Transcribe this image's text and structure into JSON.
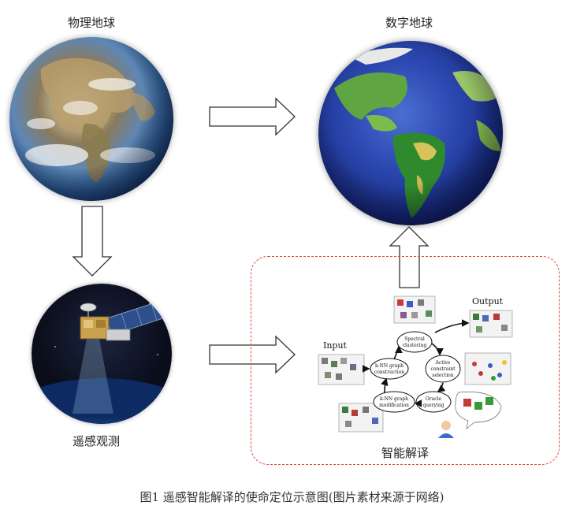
{
  "labels": {
    "physical_earth": "物理地球",
    "digital_earth": "数字地球",
    "remote_sensing": "遥感观测",
    "intelligent_interpretation": "智能解译"
  },
  "workflow": {
    "input": "Input",
    "output": "Output",
    "spectral_clustering": [
      "Spectral",
      "clustering"
    ],
    "knn_construction": [
      "k-NN graph",
      "construction"
    ],
    "active_selection": [
      "Active",
      "constraint",
      "selection"
    ],
    "oracle_querying": [
      "Oracle",
      "querying"
    ],
    "knn_modification": [
      "k-NN graph",
      "modification"
    ]
  },
  "caption": "图1   遥感智能解译的使命定位示意图(图片素材来源于网络)",
  "colors": {
    "dashed_border": "#d8483a",
    "arrow_outline": "#333333"
  }
}
